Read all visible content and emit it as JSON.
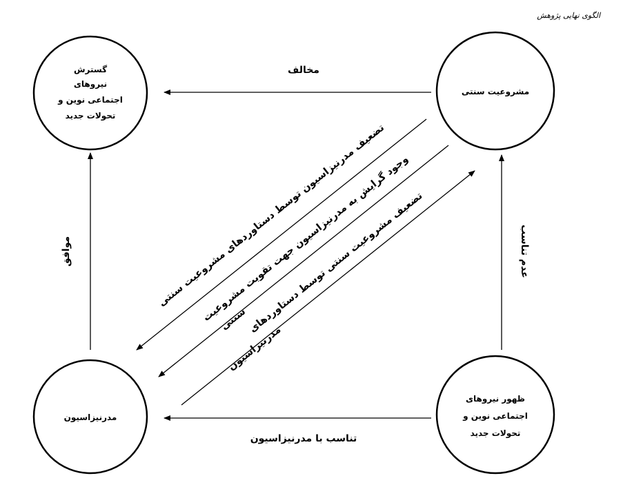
{
  "title": "الگوی نهایی پژوهش",
  "nodes": {
    "top_left": [
      "گسترش",
      "نیروهای",
      "اجتماعی نوین و",
      "تحولات جدید"
    ],
    "top_right": [
      "مشروعیت سنتی"
    ],
    "bottom_left": [
      "مدرنیزاسیون"
    ],
    "bottom_right": [
      "ظهور نیروهای",
      "اجتماعی نوین و",
      "تحولات جدید"
    ]
  },
  "edges": {
    "top": "مخالف",
    "left": "موافق",
    "right": "عدم تناسب",
    "bottom": "تناسب با مدرنیزاسیون",
    "diag1": "تضعیف مدرنیزاسیون  توسط دستاوردهای مشروعیت سنتی",
    "diag2_line1": "وجود گرایش به مدرنیزاسیون جهت تقویت مشروعیت",
    "diag2_line2": "سنتی",
    "diag3_line1": "تضعیف مشروعیت سنتی  توسط دستاوردهای",
    "diag3_line2": "مدرنیزاسیون"
  }
}
